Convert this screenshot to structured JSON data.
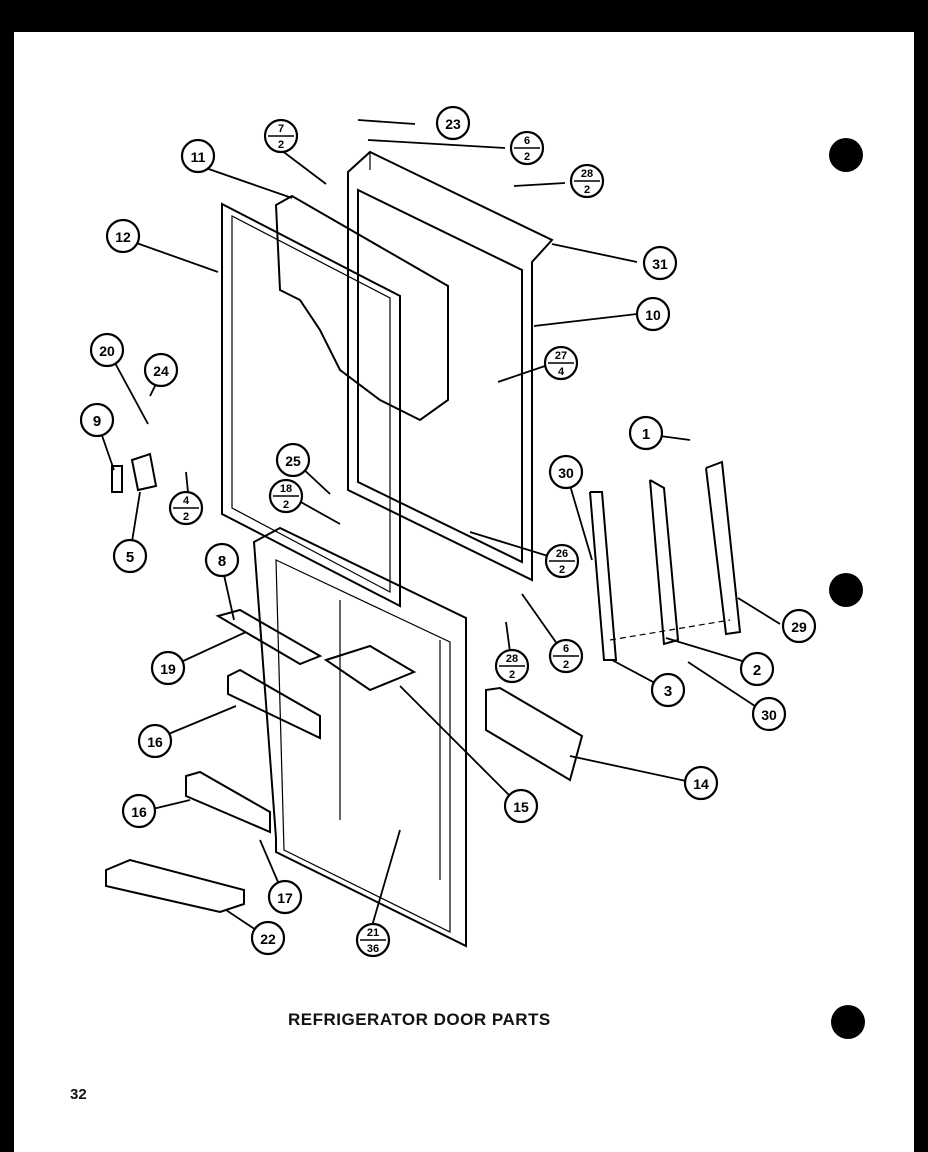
{
  "title": "REFRIGERATOR DOOR PARTS",
  "page_number": "32",
  "callouts": [
    {
      "label": "1"
    },
    {
      "label": "2"
    },
    {
      "label": "3"
    },
    {
      "label": "5"
    },
    {
      "label": "8"
    },
    {
      "label": "9"
    },
    {
      "label": "10"
    },
    {
      "label": "11"
    },
    {
      "label": "12"
    },
    {
      "label": "14"
    },
    {
      "label": "15"
    },
    {
      "label": "16"
    },
    {
      "label": "16"
    },
    {
      "label": "17"
    },
    {
      "label": "19"
    },
    {
      "label": "20"
    },
    {
      "label": "22"
    },
    {
      "label": "23"
    },
    {
      "label": "24"
    },
    {
      "label": "25"
    },
    {
      "label": "29"
    },
    {
      "label": "30"
    },
    {
      "label": "30"
    },
    {
      "label": "31"
    }
  ],
  "fraction_callouts": [
    {
      "num": "7",
      "den": "2"
    },
    {
      "num": "6",
      "den": "2"
    },
    {
      "num": "28",
      "den": "2"
    },
    {
      "num": "27",
      "den": "4"
    },
    {
      "num": "4",
      "den": "2"
    },
    {
      "num": "18",
      "den": "2"
    },
    {
      "num": "26",
      "den": "2"
    },
    {
      "num": "6",
      "den": "2"
    },
    {
      "num": "28",
      "den": "2"
    },
    {
      "num": "21",
      "den": "36"
    }
  ]
}
